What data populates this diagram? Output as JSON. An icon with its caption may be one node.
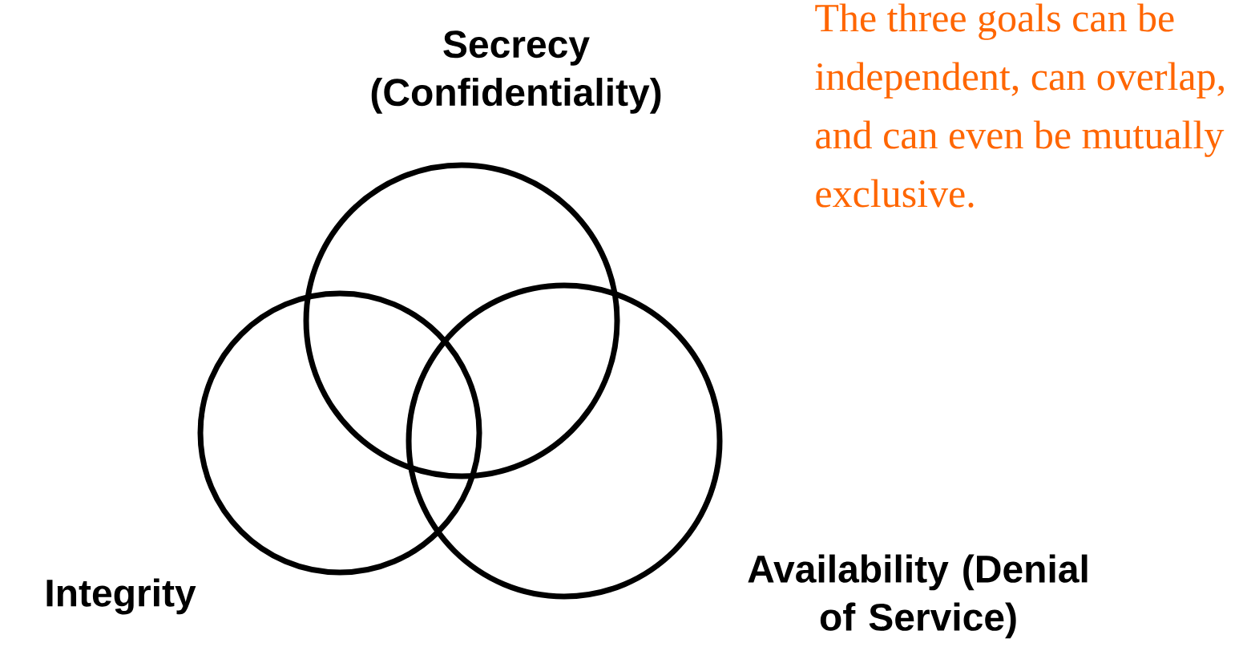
{
  "diagram": {
    "nodes": [
      {
        "text": [
          "Secrecy (Confidentiality)"
        ]
      },
      {
        "text": [
          "Integrity"
        ]
      },
      {
        "text": [
          "Availability (Denial of Service)"
        ]
      }
    ],
    "labels": [
      "The three goals can be independent, can overlap, and can even be mutually exclusive."
    ]
  }
}
